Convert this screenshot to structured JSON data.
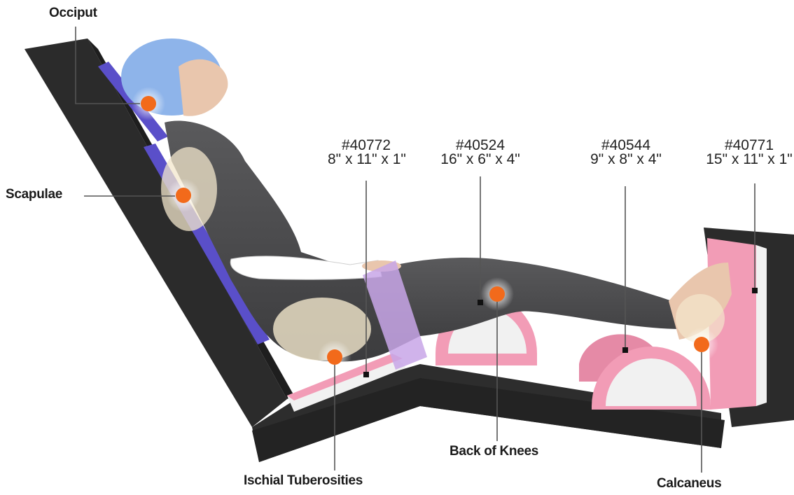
{
  "labels": {
    "occiput": "Occiput",
    "scapulae": "Scapulae",
    "ischial": "Ischial Tuberosities",
    "knees": "Back of Knees",
    "calcaneus": "Calcaneus"
  },
  "products": [
    {
      "code": "#40772",
      "size": "8\" x 11\" x 1\""
    },
    {
      "code": "#40524",
      "size": "16\" x 6\" x 4\""
    },
    {
      "code": "#40544",
      "size": "9\" x 8\" x 4\""
    },
    {
      "code": "#40771",
      "size": "15\" x 11\" x 1\""
    }
  ],
  "colors": {
    "table": "#2b2b2b",
    "pad_pink": "#f29cb6",
    "foam_white": "#f1f1f1",
    "strap_purple": "#5a4fc9",
    "pressure_point": "#f26a1b",
    "body_gray": "#4a4a4c",
    "cap_blue": "#8eb4ea"
  }
}
